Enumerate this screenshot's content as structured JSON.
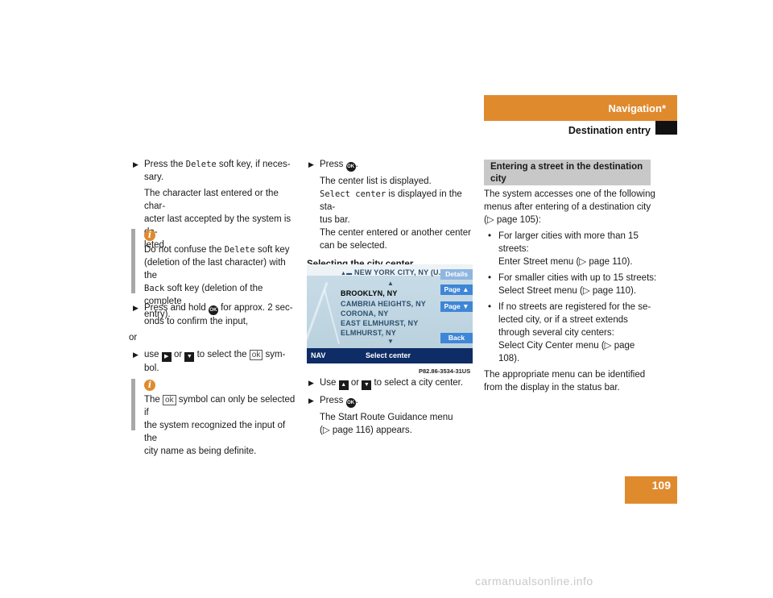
{
  "header": {
    "title": "Navigation*",
    "subtitle": "Destination entry"
  },
  "page_number": "109",
  "col1": {
    "s1_a": "Press the ",
    "s1_code": "Delete",
    "s1_b": " soft key, if neces-",
    "s1_c": "sary.",
    "d1_l1": "The character last entered or the char-",
    "d1_l2": "acter last accepted by the system is de-",
    "d1_l3": "leted.",
    "note1_a": "Do not confuse the ",
    "note1_code1": "Delete",
    "note1_b": " soft key",
    "note1_c": "(deletion of the last character) with the",
    "note1_code2": "Back",
    "note1_d": " soft key (deletion of the complete",
    "note1_e": "entry).",
    "s2_a": "Press and hold ",
    "s2_b": " for approx. 2 sec-",
    "s2_c": "onds to confirm the input,",
    "or": "or",
    "s3_a": "use ",
    "s3_or": " or ",
    "s3_b": " to select the ",
    "s3_ok": "ok",
    "s3_c": " sym-",
    "s3_d": "bol.",
    "note2_a": "The ",
    "note2_ok": "ok",
    "note2_b": " symbol can only be selected if",
    "note2_c": "the system recognized the input of the",
    "note2_d": "city name as being definite."
  },
  "col2": {
    "s1_a": "Press ",
    "s1_b": ".",
    "d1_l1": "The center list is displayed.",
    "d1_code": "Select center",
    "d1_l2": " is displayed in the sta-",
    "d1_l3": "tus bar.",
    "d1_l4": "The center entered or another center",
    "d1_l5": "can be selected.",
    "heading": "Selecting the city center",
    "s2_a": "Use ",
    "s2_or": " or ",
    "s2_b": " to select a city center.",
    "s3_a": "Press ",
    "s3_b": ".",
    "d3_l1": "The Start Route Guidance menu",
    "d3_l2": "(",
    "d3_l3": " page 116) appears."
  },
  "screen": {
    "top_city": "NEW YORK CITY, NY (U...",
    "items": [
      "BROOKLYN, NY",
      "CAMBRIA HEIGHTS, NY",
      "CORONA, NY",
      "EAST ELMHURST, NY",
      "ELMHURST, NY"
    ],
    "buttons": [
      "Details",
      "Page ▲",
      "Page ▼",
      "Back"
    ],
    "status_left": "NAV",
    "status_center": "Select center",
    "caption": "P82.86-3534-31US"
  },
  "col3": {
    "heading_l1": "Entering a street in the destination",
    "heading_l2": "city",
    "intro_l1": "The system accesses one of the following",
    "intro_l2": "menus after entering of a destination city",
    "intro_l3a": "(",
    "intro_l3b": " page 105):",
    "b1_l1": "For larger cities with more than 15",
    "b1_l2": "streets:",
    "b1_l3a": "Enter Street menu (",
    "b1_l3b": " page 110).",
    "b2_l1": "For smaller cities with up to 15 streets:",
    "b2_l2a": "Select Street menu (",
    "b2_l2b": " page 110).",
    "b3_l1": "If no streets are registered for the se-",
    "b3_l2": "lected city, or if a street extends",
    "b3_l3": "through several city centers:",
    "b3_l4a": "Select City Center menu (",
    "b3_l4b": " page 108).",
    "outro_l1": "The appropriate menu can be identified",
    "outro_l2": "from the display in the status bar."
  },
  "watermark": "carmanualsonline.info"
}
